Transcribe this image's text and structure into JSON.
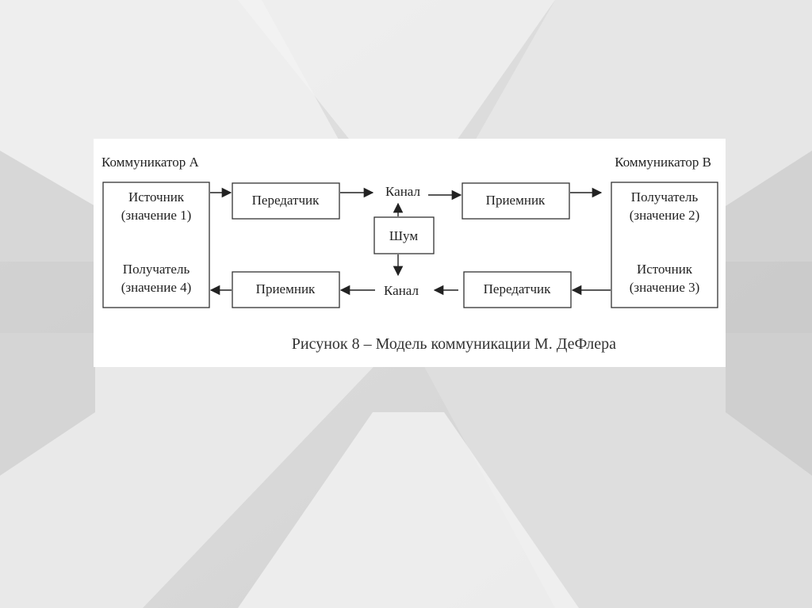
{
  "diagram": {
    "communicator_a": "Коммуникатор А",
    "communicator_b": "Коммуникатор В",
    "box_a_top": {
      "line1": "Источник",
      "line2": "(значение 1)"
    },
    "box_a_bottom": {
      "line1": "Получатель",
      "line2": "(значение 4)"
    },
    "box_b_top": {
      "line1": "Получатель",
      "line2": "(значение 2)"
    },
    "box_b_bottom": {
      "line1": "Источник",
      "line2": "(значение 3)"
    },
    "transmitter_top": "Передатчик",
    "receiver_top": "Приемник",
    "channel_top": "Канал",
    "noise": "Шум",
    "channel_bottom": "Канал",
    "receiver_bottom": "Приемник",
    "transmitter_bottom": "Передатчик",
    "caption": "Рисунок 8 – Модель коммуникации М. ДеФлера"
  }
}
